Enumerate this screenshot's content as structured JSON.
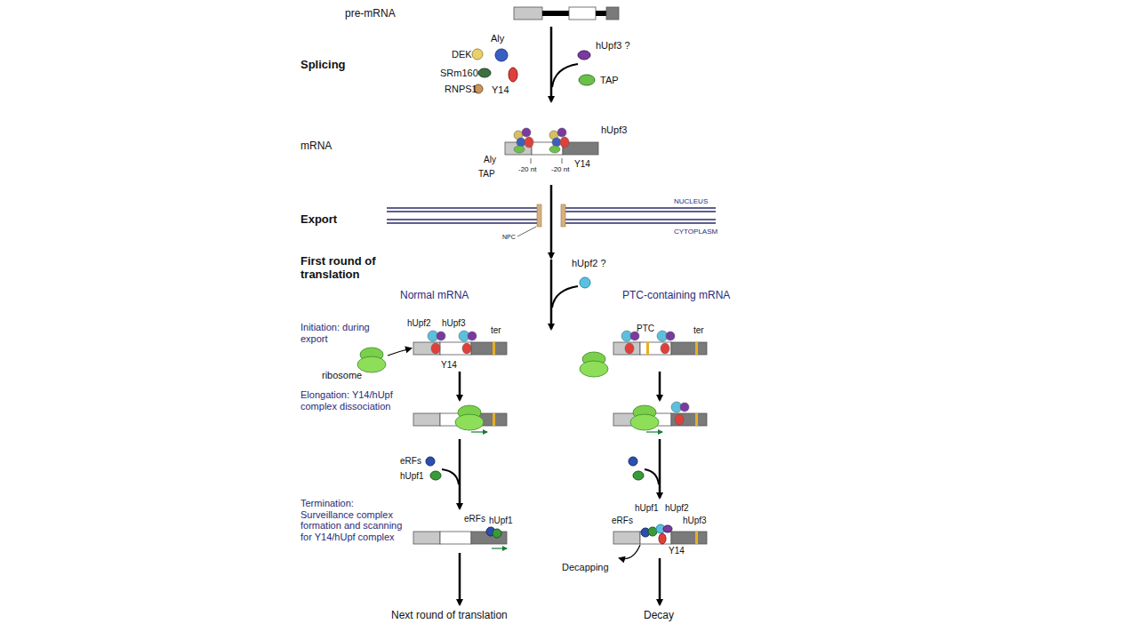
{
  "diagram": {
    "labels": [
      "pre-mRNA",
      "Splicing",
      "DEK",
      "Aly",
      "SRm160",
      "RNPS1",
      "Y14",
      "hUpf3 ?",
      "TAP",
      "mRNA",
      "hUpf3",
      "Aly",
      "TAP",
      "-20 nt",
      "-20 nt",
      "Y14",
      "Export",
      "NUCLEUS",
      "CYTOPLASM",
      "NPC",
      "First round of translation",
      "hUpf2 ?",
      "Normal mRNA",
      "PTC-containing mRNA",
      "Initiation: during export",
      "hUpf2",
      "hUpf3",
      "ter",
      "ribosome",
      "Y14",
      "PTC",
      "ter",
      "Elongation: Y14/hUpf complex dissociation",
      "eRFs",
      "hUpf1",
      "Termination: Surveillance complex formation and scanning for Y14/hUpf complex",
      "eRFs",
      "hUpf1",
      "eRFs",
      "hUpf1",
      "hUpf2",
      "hUpf3",
      "Y14",
      "Decapping",
      "Next round of translation",
      "Decay"
    ]
  }
}
